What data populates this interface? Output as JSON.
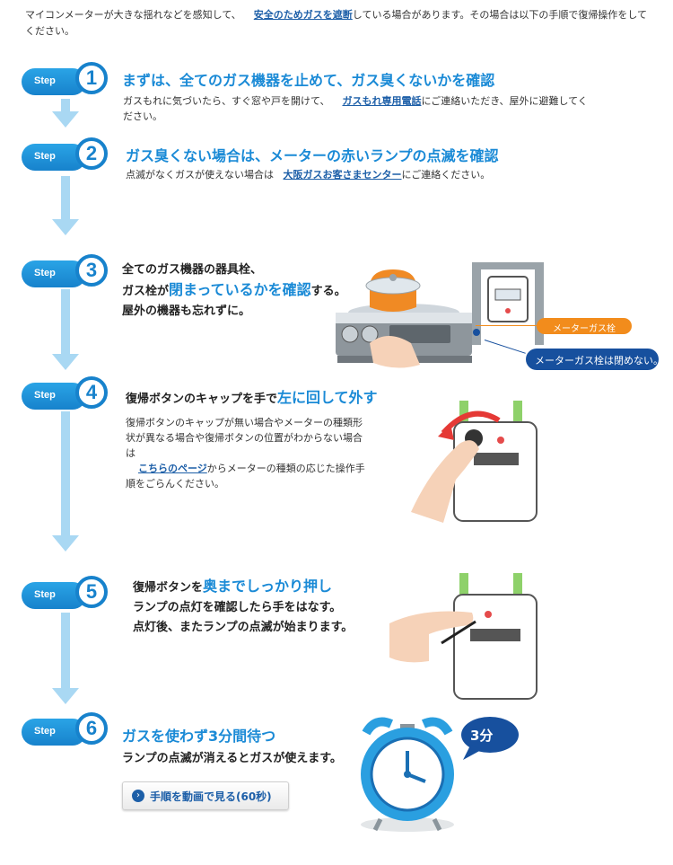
{
  "intro": {
    "before": "マイコンメーターが大きな揺れなどを感知して、",
    "link": "安全のためガスを遮断",
    "after": "している場合があります。その場合は以下の手順で復帰操作をしてください。"
  },
  "steps": [
    {
      "badge": "Step",
      "number": "1",
      "title": "まずは、全てのガス機器を止めて、ガス臭くないかを確認",
      "text_before": "ガスもれに気づいたら、すぐ窓や戸を開けて、",
      "link": "ガスもれ専用電話",
      "text_after": "にご連絡いただき、屋外に避難してください。"
    },
    {
      "badge": "Step",
      "number": "2",
      "title": "ガス臭くない場合は、メーターの赤いランプの点滅を確認",
      "text_before": "点滅がなくガスが使えない場合は",
      "link": "大阪ガスお客さまセンター",
      "text_after": "にご連絡ください。"
    },
    {
      "badge": "Step",
      "number": "3",
      "line1": "全てのガス機器の器具栓、",
      "line2_before": "ガス栓が",
      "line2_highlight": "閉まっているかを確認",
      "line2_after": "する。",
      "line3": "屋外の機器も忘れずに。",
      "label_cock": "メーターガス栓",
      "label_note": "メーターガス栓は閉めない。"
    },
    {
      "badge": "Step",
      "number": "4",
      "title_before": "復帰ボタンのキャップを手で",
      "title_highlight": "左に回して外す",
      "text1": "復帰ボタンのキャップが無い場合やメーターの種類形状が異なる場合や復帰ボタンの位置がわからない場合は",
      "link": "こちらのページ",
      "text2": "からメーターの種類の応じた操作手順をごらんください。"
    },
    {
      "badge": "Step",
      "number": "5",
      "line1_before": "復帰ボタンを",
      "line1_highlight": "奥までしっかり押し",
      "line2": "ランプの点灯を確認したら手をはなす。",
      "line3": "点灯後、またランプの点滅が始まります。"
    },
    {
      "badge": "Step",
      "number": "6",
      "title": "ガスを使わず3分間待つ",
      "line1": "ランプの点滅が消えるとガスが使えます。",
      "button": "手順を動画で見る(60秒)",
      "bubble": "3分"
    }
  ],
  "colors": {
    "accent": "#1a8ad6",
    "link": "#1d5fa8",
    "arrow": "#a9d8f3",
    "orange": "#f28c1c",
    "navy": "#17509e"
  }
}
